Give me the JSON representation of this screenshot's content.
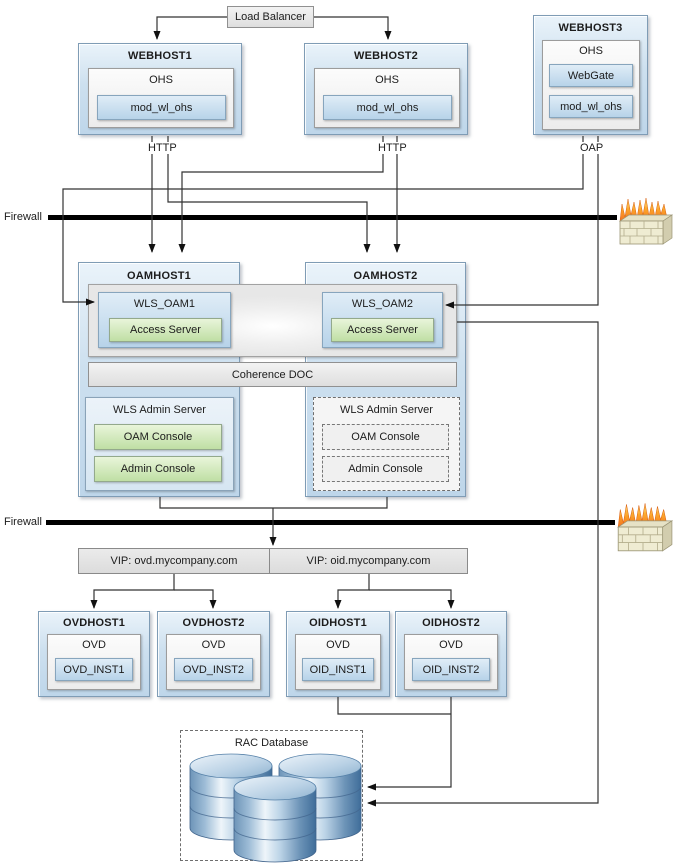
{
  "diagram": {
    "load_balancer": {
      "label": "Load Balancer"
    },
    "webhost1": {
      "title": "WEBHOST1",
      "server": "OHS",
      "module": "mod_wl_ohs",
      "protocol": "HTTP"
    },
    "webhost2": {
      "title": "WEBHOST2",
      "server": "OHS",
      "module": "mod_wl_ohs",
      "protocol": "HTTP"
    },
    "webhost3": {
      "title": "WEBHOST3",
      "server": "OHS",
      "webgate": "WebGate",
      "module": "mod_wl_ohs",
      "protocol": "OAP"
    },
    "firewall_top": {
      "label": "Firewall"
    },
    "firewall_bottom": {
      "label": "Firewall"
    },
    "oamhost1": {
      "title": "OAMHOST1",
      "managed_server": "WLS_OAM1",
      "access_server": "Access Server",
      "admin_server": "WLS Admin Server",
      "oam_console": "OAM Console",
      "admin_console": "Admin Console"
    },
    "oamhost2": {
      "title": "OAMHOST2",
      "managed_server": "WLS_OAM2",
      "access_server": "Access Server",
      "admin_server": "WLS Admin Server",
      "oam_console": "OAM Console",
      "admin_console": "Admin Console"
    },
    "coherence": {
      "label": "Coherence DOC"
    },
    "vip_ovd": {
      "label": "VIP: ovd.mycompany.com"
    },
    "vip_oid": {
      "label": "VIP: oid.mycompany.com"
    },
    "ovdhost1": {
      "title": "OVDHOST1",
      "server": "OVD",
      "instance": "OVD_INST1"
    },
    "ovdhost2": {
      "title": "OVDHOST2",
      "server": "OVD",
      "instance": "OVD_INST2"
    },
    "oidhost1": {
      "title": "OIDHOST1",
      "server": "OVD",
      "instance": "OID_INST1"
    },
    "oidhost2": {
      "title": "OIDHOST2",
      "server": "OVD",
      "instance": "OID_INST2"
    },
    "database": {
      "label": "RAC Database"
    }
  },
  "colors": {
    "host_fill_top": "#eaf3fa",
    "host_fill_bottom": "#bed6ea",
    "host_border": "#7f9cb5",
    "blue_box_top": "#e0edf7",
    "blue_box_bottom": "#b7d3e9",
    "green_box_top": "#e9f5da",
    "green_box_bottom": "#bfdfa4",
    "bar_fill": "#e3e3e3",
    "firewall_line": "#000000",
    "connector": "#333333",
    "flame_orange": "#f58220",
    "brick_tan": "#efecd2",
    "cylinder_blue": "#4f7ca8"
  }
}
